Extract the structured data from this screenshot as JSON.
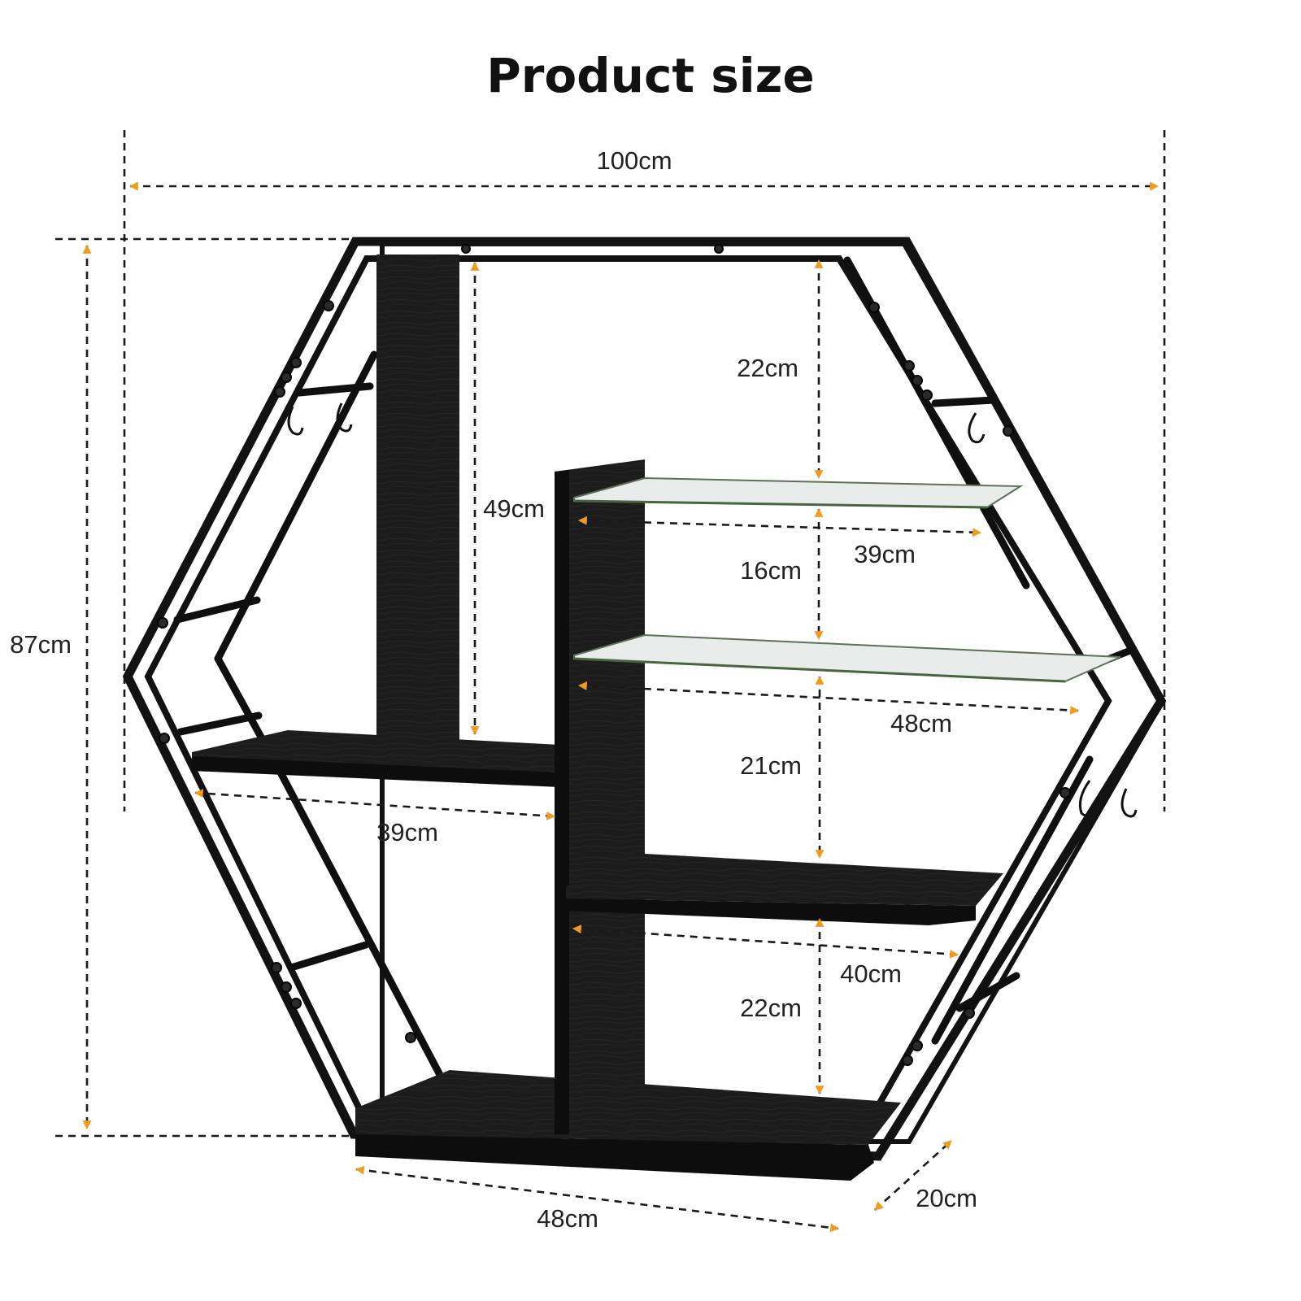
{
  "title": "Product size",
  "colors": {
    "arrow": "#EE9B1F",
    "frame": "#121212",
    "wood": "#1C1C1C",
    "glass": "#E8ECEB",
    "dashed_line": "#1A1A1A"
  },
  "dimensions": {
    "overall_width": "100cm",
    "overall_height": "87cm",
    "top_section_height": "22cm",
    "left_column_height": "49cm",
    "glass_shelf_top_width": "39cm",
    "glass_gap_height": "16cm",
    "glass_shelf_bottom_width": "48cm",
    "middle_section_height": "21cm",
    "left_shelf_width": "39cm",
    "wood_shelf_width": "40cm",
    "bottom_section_height": "22cm",
    "base_width": "48cm",
    "depth": "20cm"
  }
}
